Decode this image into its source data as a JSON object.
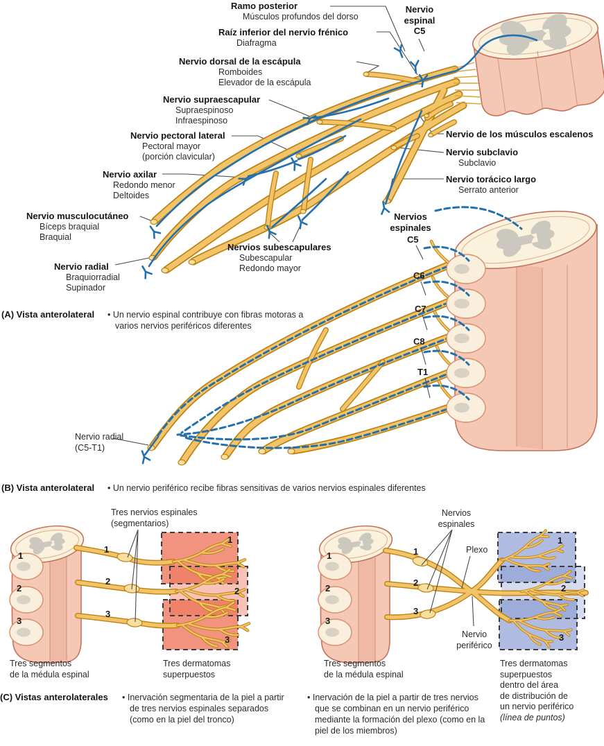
{
  "sections": {
    "a": {
      "heading": "(A) Vista anterolateral",
      "bullet": "• Un nervio espinal contribuye con fibras motoras a varios nervios periféricos diferentes",
      "spinal_nerve_label": {
        "l1": "Nervio",
        "l2": "espinal",
        "l3": "C5"
      },
      "labels": {
        "ramo_posterior": {
          "title": "Ramo posterior",
          "sub1": "Músculos profundos del dorso"
        },
        "raiz_frenico": {
          "title": "Raíz inferior del nervio frénico",
          "sub1": "Diafragma"
        },
        "dorsal_escapula": {
          "title": "Nervio dorsal de la escápula",
          "sub1": "Romboides",
          "sub2": "Elevador de la escápula"
        },
        "supraescapular": {
          "title": "Nervio supraescapular",
          "sub1": "Supraespinoso",
          "sub2": "Infraespinoso"
        },
        "pectoral_lateral": {
          "title": "Nervio pectoral lateral",
          "sub1": "Pectoral mayor",
          "sub2": "(porción clavicular)"
        },
        "axilar": {
          "title": "Nervio axilar",
          "sub1": "Redondo menor",
          "sub2": "Deltoides"
        },
        "musculocutaneo": {
          "title": "Nervio musculocutáneo",
          "sub1": "Bíceps braquial",
          "sub2": "Braquial"
        },
        "radial": {
          "title": "Nervio radial",
          "sub1": "Braquiorradial",
          "sub2": "Supinador"
        },
        "subescapulares": {
          "title": "Nervios subescapulares",
          "sub1": "Subescapular",
          "sub2": "Redondo mayor"
        },
        "escalenos": {
          "title": "Nervio de los músculos escalenos"
        },
        "subclavio": {
          "title": "Nervio subclavio",
          "sub1": "Subclavio"
        },
        "toracico_largo": {
          "title": "Nervio torácico largo",
          "sub1": "Serrato anterior"
        }
      }
    },
    "b": {
      "heading": "(B) Vista anterolateral",
      "bullet": "• Un nervio periférico recibe fibras sensitivas de varios nervios espinales diferentes",
      "spinal_nerves_label": {
        "l1": "Nervios",
        "l2": "espinales"
      },
      "levels": [
        "C5",
        "C6",
        "C7",
        "C8",
        "T1"
      ],
      "radial_label": {
        "l1": "Nervio radial",
        "l2": "(C5-T1)"
      }
    },
    "c": {
      "heading": "(C) Vistas anterolaterales",
      "left": {
        "nerves_label": {
          "l1": "Tres nervios espinales",
          "l2": "(segmentarios)"
        },
        "segments": [
          "1",
          "2",
          "3"
        ],
        "nerves": [
          "1",
          "2",
          "3"
        ],
        "dermatomes": [
          "1",
          "2",
          "3"
        ],
        "caption_segments": {
          "l1": "Tres segmentos",
          "l2": "de la médula espinal"
        },
        "caption_dermatomes": {
          "l1": "Tres dermatomas",
          "l2": "superpuestos"
        },
        "bullet": "• Inervación segmentaria de la piel a partir de tres nervios espinales separados (como en la piel del tronco)"
      },
      "right": {
        "nerves_label": {
          "l1": "Nervios",
          "l2": "espinales"
        },
        "plexus_label": "Plexo",
        "peripheral_label": {
          "l1": "Nervio",
          "l2": "periférico"
        },
        "segments": [
          "1",
          "2",
          "3"
        ],
        "nerves": [
          "1",
          "2",
          "3"
        ],
        "dermatomes": [
          "1",
          "2",
          "3"
        ],
        "caption_segments": {
          "l1": "Tres segmentos",
          "l2": "de la médula espinal"
        },
        "caption_dermatomes": {
          "l1": "Tres dermatomas",
          "l2": "superpuestos",
          "l3": "dentro del área",
          "l4": "de distribución de",
          "l5": "un nervio periférico",
          "l6": "(línea de puntos)"
        },
        "bullet": "• Inervación de la piel a partir de tres nervios que se combinan en un nervio periférico mediante la formación del plexo (como en la piel de los miembros)"
      }
    }
  },
  "colors": {
    "nerve_fill": "#F2C469",
    "nerve_outline": "#BE8112",
    "motor_fiber_blue": "#2470AD",
    "cord_pink": "#F5C8B6",
    "cord_outline": "#C4735A",
    "cross_section_cream": "#FBF2DE",
    "gray_matter": "#CBC8BF",
    "dermatome_left_salmon": "#EC6A4E",
    "dermatome_right_blue": "#768ACA"
  }
}
